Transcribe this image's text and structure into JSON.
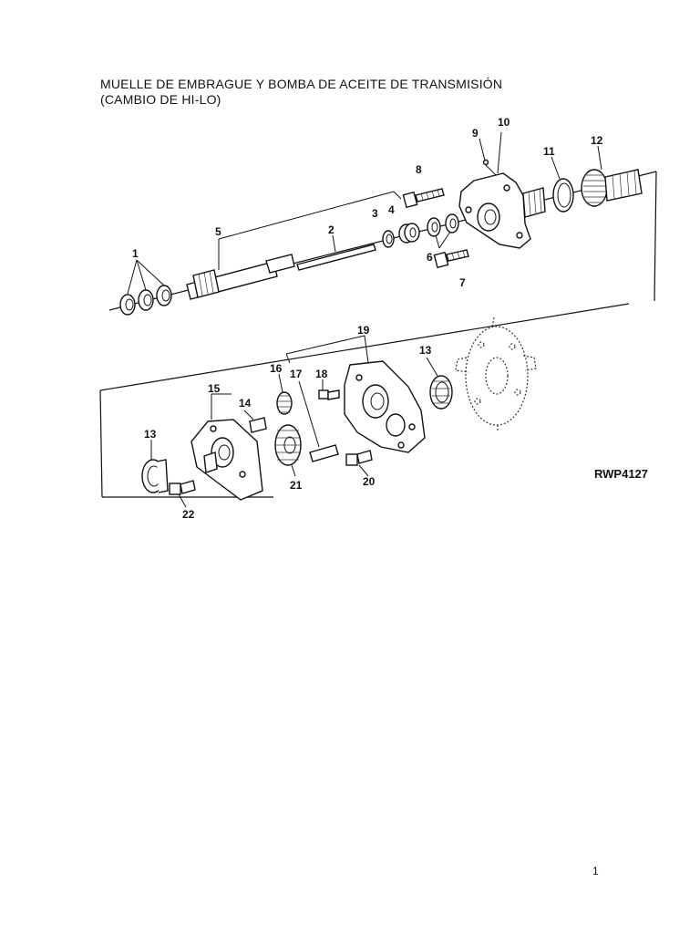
{
  "title": {
    "line1": "MUELLE DE EMBRAGUE Y BOMBA DE ACEITE DE TRANSMISIÓN",
    "line2": "(CAMBIO DE HI-LO)"
  },
  "diagram": {
    "reference": "RWP4127",
    "callouts": [
      "1",
      "2",
      "3",
      "4",
      "5",
      "6",
      "7",
      "8",
      "9",
      "10",
      "11",
      "12",
      "13",
      "13",
      "14",
      "15",
      "16",
      "17",
      "18",
      "19",
      "20",
      "21",
      "22"
    ]
  },
  "page_number": "1"
}
